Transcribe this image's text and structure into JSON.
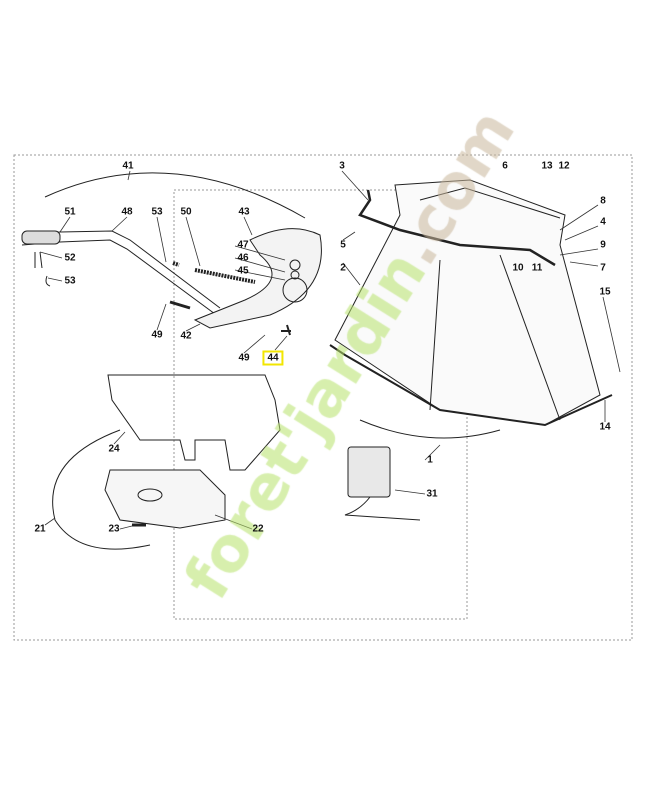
{
  "watermark": {
    "part1": "foret'jardin",
    "part2": ".com"
  },
  "highlighted_part": "44",
  "callouts": [
    {
      "id": "c41",
      "text": "41"
    },
    {
      "id": "c51",
      "text": "51"
    },
    {
      "id": "c48",
      "text": "48"
    },
    {
      "id": "c53a",
      "text": "53"
    },
    {
      "id": "c50",
      "text": "50"
    },
    {
      "id": "c43",
      "text": "43"
    },
    {
      "id": "c47",
      "text": "47"
    },
    {
      "id": "c46",
      "text": "46"
    },
    {
      "id": "c45",
      "text": "45"
    },
    {
      "id": "c52",
      "text": "52"
    },
    {
      "id": "c53b",
      "text": "53"
    },
    {
      "id": "c49a",
      "text": "49"
    },
    {
      "id": "c42",
      "text": "42"
    },
    {
      "id": "c49b",
      "text": "49"
    },
    {
      "id": "c44",
      "text": "44"
    },
    {
      "id": "c3",
      "text": "3"
    },
    {
      "id": "c6",
      "text": "6"
    },
    {
      "id": "c13",
      "text": "13"
    },
    {
      "id": "c12",
      "text": "12"
    },
    {
      "id": "c8",
      "text": "8"
    },
    {
      "id": "c4",
      "text": "4"
    },
    {
      "id": "c9",
      "text": "9"
    },
    {
      "id": "c7",
      "text": "7"
    },
    {
      "id": "c10",
      "text": "10"
    },
    {
      "id": "c11",
      "text": "11"
    },
    {
      "id": "c5",
      "text": "5"
    },
    {
      "id": "c2",
      "text": "2"
    },
    {
      "id": "c15",
      "text": "15"
    },
    {
      "id": "c14",
      "text": "14"
    },
    {
      "id": "c1",
      "text": "1"
    },
    {
      "id": "c31",
      "text": "31"
    },
    {
      "id": "c24",
      "text": "24"
    },
    {
      "id": "c21",
      "text": "21"
    },
    {
      "id": "c23",
      "text": "23"
    },
    {
      "id": "c22",
      "text": "22"
    }
  ]
}
